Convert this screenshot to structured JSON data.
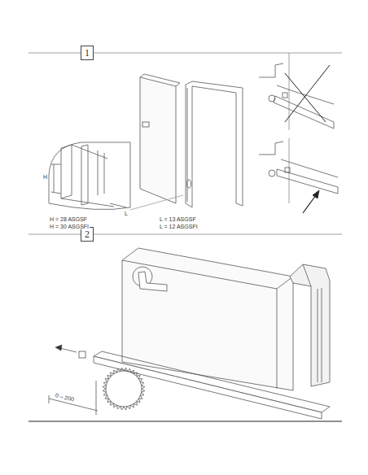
{
  "diagram": {
    "nodes": [
      {
        "text": [
          "1"
        ]
      },
      {
        "text": [
          "2"
        ]
      }
    ],
    "labels": [
      "H",
      "L",
      "H = 28 ASGSF",
      "H = 30 ASGSFI",
      "L = 13 ASGSF",
      "L = 12 ASGSFI",
      "0 – 200"
    ]
  }
}
